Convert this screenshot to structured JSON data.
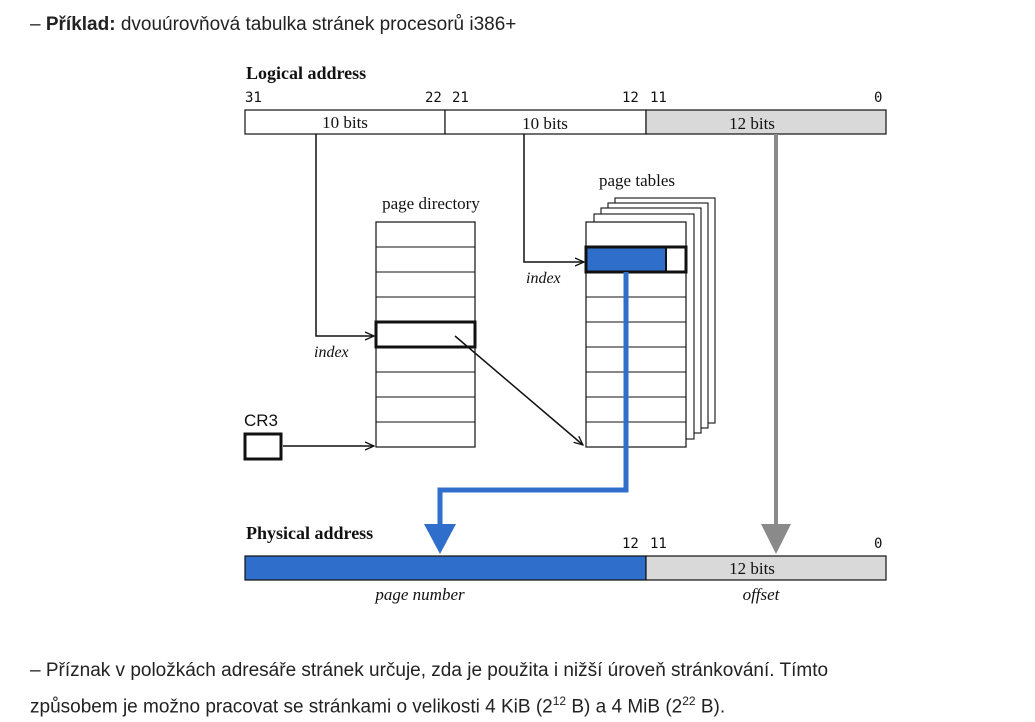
{
  "intro": {
    "dash": "– ",
    "label": "Příklad:",
    "text": " dvouúrovňová tabulka stránek procesorů i386+"
  },
  "logical": {
    "title": "Logical address",
    "bits": {
      "b31": "31",
      "b22": "22",
      "b21": "21",
      "b12": "12",
      "b11": "11",
      "b0": "0"
    },
    "fields": [
      "10 bits",
      "10 bits",
      "12 bits"
    ]
  },
  "directory": {
    "label": "page directory",
    "index": "index"
  },
  "tables": {
    "label": "page tables",
    "index": "index"
  },
  "cr3": {
    "label": "CR3"
  },
  "physical": {
    "title": "Physical address",
    "bits": {
      "b12": "12",
      "b11": "11",
      "b0": "0"
    },
    "offset_field": "12 bits",
    "page_number_caption": "page number",
    "offset_caption": "offset"
  },
  "footer": {
    "line1": "– Příznak v položkách adresáře stránek určuje, zda je použita i nižší úroveň stránkování. Tímto",
    "line2_a": "způsobem je možno pracovat se stránkami o velikosti 4 KiB (2",
    "exp1": "12",
    "line2_b": " B) a 4 MiB (2",
    "exp2": "22",
    "line2_c": " B)."
  },
  "colors": {
    "blue": "#2f6fcb",
    "gray_arrow": "#8a8a8a",
    "gray_fill": "#d9d9d9"
  }
}
